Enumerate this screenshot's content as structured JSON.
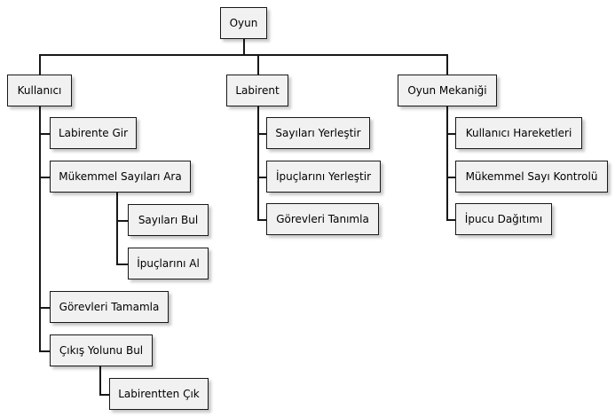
{
  "root": {
    "label": "Oyun"
  },
  "branches": [
    {
      "label": "Kullanıcı",
      "children": [
        {
          "label": "Labirente Gir"
        },
        {
          "label": "Mükemmel Sayıları Ara",
          "children": [
            {
              "label": "Sayıları Bul"
            },
            {
              "label": "İpuçlarını Al"
            }
          ]
        },
        {
          "label": "Görevleri Tamamla"
        },
        {
          "label": "Çıkış Yolunu Bul",
          "children": [
            {
              "label": "Labirentten Çık"
            }
          ]
        }
      ]
    },
    {
      "label": "Labirent",
      "children": [
        {
          "label": "Sayıları Yerleştir"
        },
        {
          "label": "İpuçlarını Yerleştir"
        },
        {
          "label": "Görevleri Tanımla"
        }
      ]
    },
    {
      "label": "Oyun Mekaniği",
      "children": [
        {
          "label": "Kullanıcı Hareketleri"
        },
        {
          "label": "Mükemmel Sayı Kontrolü"
        },
        {
          "label": "İpucu Dağıtımı"
        }
      ]
    }
  ],
  "colors": {
    "node_fill": "#f1f1f1",
    "line": "#181818"
  }
}
